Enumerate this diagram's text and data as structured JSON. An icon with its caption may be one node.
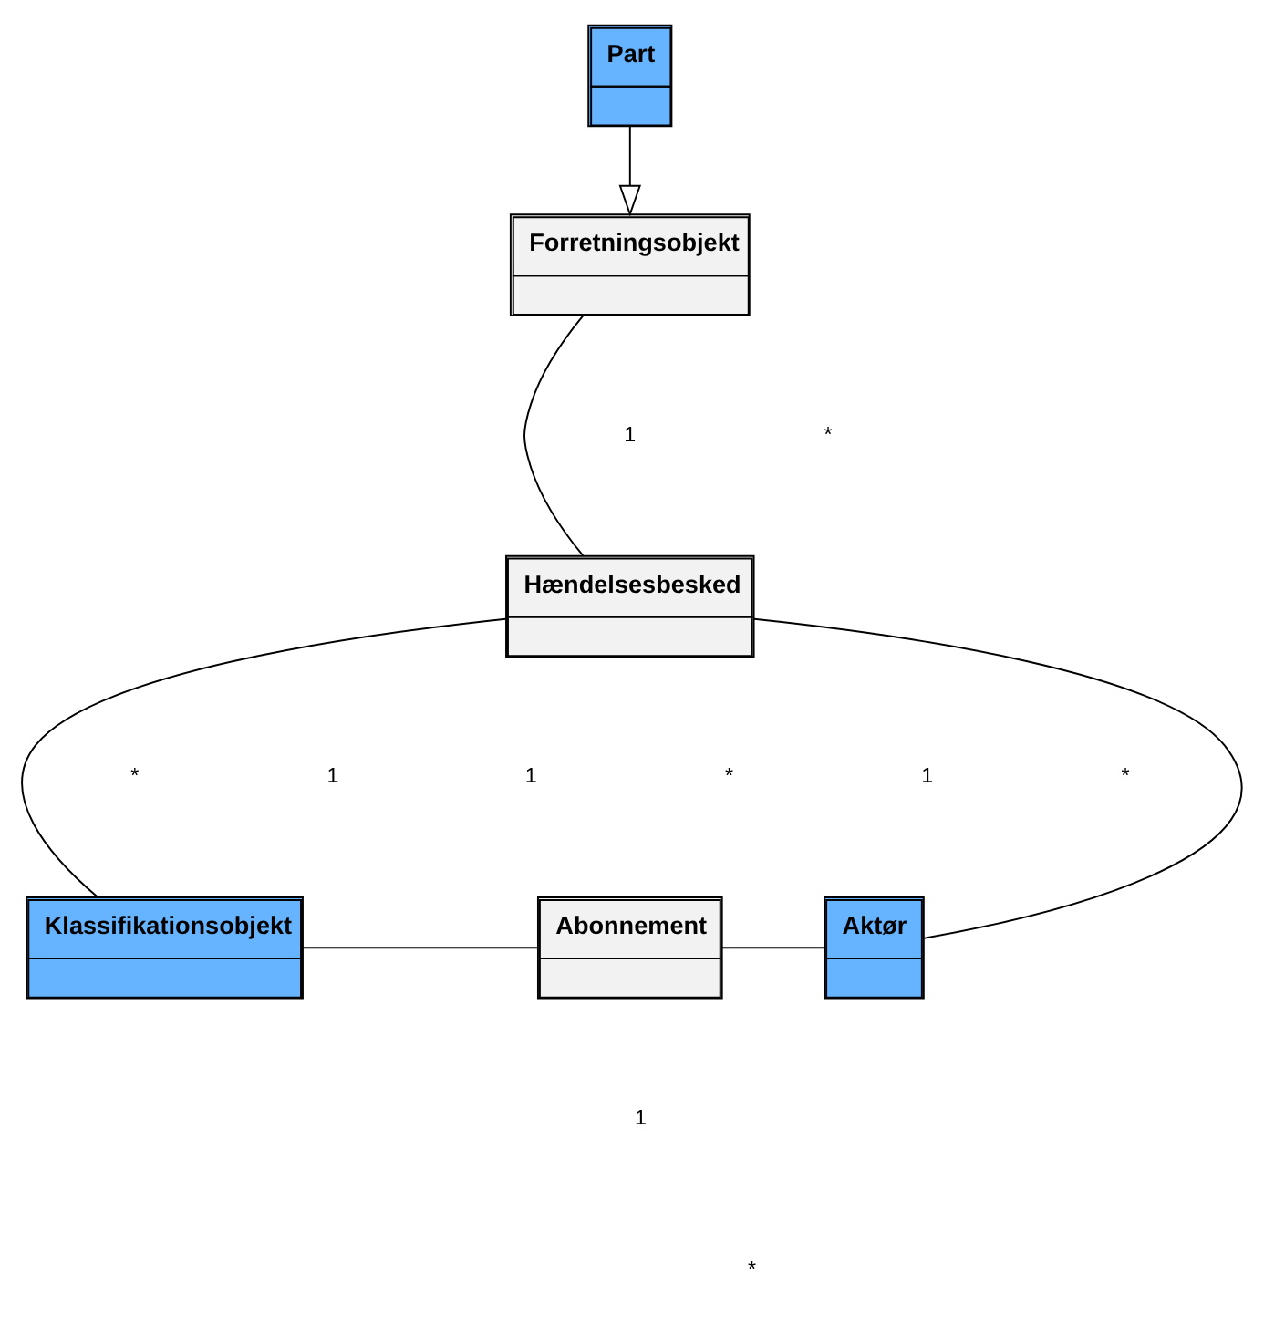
{
  "diagram": {
    "nodes": [
      {
        "text": [
          "Part"
        ]
      },
      {
        "text": [
          "Forretningsobjekt"
        ]
      },
      {
        "text": [
          "Hændelsesbesked"
        ]
      },
      {
        "text": [
          "Klassifikationsobjekt"
        ]
      },
      {
        "text": [
          "Abonnement"
        ]
      },
      {
        "text": [
          "Aktør"
        ]
      }
    ],
    "edges": [
      {
        "from": 0,
        "to": 1,
        "arrow": "to"
      },
      {
        "from": 1,
        "to": 2,
        "arrow": "none"
      },
      {
        "from": 2,
        "to": 3,
        "arrow": "none"
      },
      {
        "from": 2,
        "to": 5,
        "arrow": "none"
      },
      {
        "from": 3,
        "to": 4,
        "arrow": "none"
      },
      {
        "from": 4,
        "to": 5,
        "arrow": "none"
      }
    ],
    "labels": [
      "1",
      "*",
      "1",
      "1",
      "1",
      "*",
      "*",
      "*",
      "1",
      "*"
    ]
  }
}
